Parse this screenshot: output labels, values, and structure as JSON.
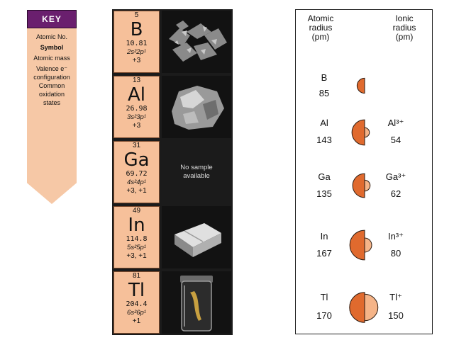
{
  "key": {
    "title": "KEY",
    "atomic_no": "Atomic No.",
    "symbol": "Symbol",
    "atomic_mass": "Atomic mass",
    "valence_line1": "Valence e⁻",
    "valence_line2": "configuration",
    "oxidation_line1": "Common",
    "oxidation_line2": "oxidation",
    "oxidation_line3": "states"
  },
  "elements": [
    {
      "number": "5",
      "symbol": "B",
      "mass": "10.81",
      "config": "2s²2p¹",
      "oxidation": "+3",
      "photo": "boron-sample"
    },
    {
      "number": "13",
      "symbol": "Al",
      "mass": "26.98",
      "config": "3s²3p¹",
      "oxidation": "+3",
      "photo": "aluminum-sample"
    },
    {
      "number": "31",
      "symbol": "Ga",
      "mass": "69.72",
      "config": "4s²4p¹",
      "oxidation": "+3, +1",
      "photo": "none",
      "no_sample_line1": "No sample",
      "no_sample_line2": "available"
    },
    {
      "number": "49",
      "symbol": "In",
      "mass": "114.8",
      "config": "5s²5p¹",
      "oxidation": "+3, +1",
      "photo": "indium-sample"
    },
    {
      "number": "81",
      "symbol": "Tl",
      "mass": "204.4",
      "config": "6s²6p¹",
      "oxidation": "+1",
      "photo": "thallium-sample"
    }
  ],
  "radius_panel": {
    "atomic_head": [
      "Atomic",
      "radius",
      "(pm)"
    ],
    "ionic_head": [
      "Ionic",
      "radius",
      "(pm)"
    ],
    "rows": [
      {
        "atom_label": "B",
        "atomic_radius": 85,
        "ion_label": "",
        "ionic_radius": null
      },
      {
        "atom_label": "Al",
        "atomic_radius": 143,
        "ion_label": "Al³⁺",
        "ionic_radius": 54
      },
      {
        "atom_label": "Ga",
        "atomic_radius": 135,
        "ion_label": "Ga³⁺",
        "ionic_radius": 62
      },
      {
        "atom_label": "In",
        "atomic_radius": 167,
        "ion_label": "In³⁺",
        "ionic_radius": 80
      },
      {
        "atom_label": "Tl",
        "atomic_radius": 170,
        "ion_label": "Tl⁺",
        "ionic_radius": 150
      }
    ],
    "colors": {
      "atom": "#e06a2e",
      "ion": "#f5b488",
      "stroke": "#2a1a10"
    }
  }
}
